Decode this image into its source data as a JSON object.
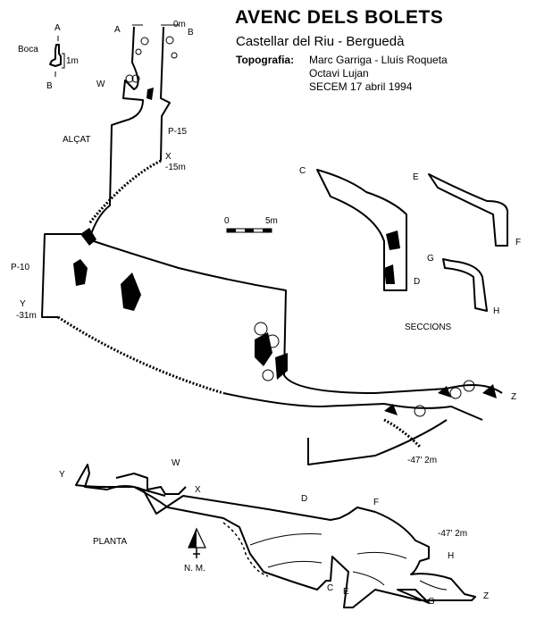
{
  "header": {
    "title": "AVENC DELS BOLETS",
    "location": "Castellar del Riu - Berguedà",
    "survey_label": "Topografia:",
    "surveyors_line1": "Marc Garriga - Lluís Roqueta",
    "surveyors_line2": "Octavi Lujan",
    "club_date": "SECEM  17 abril 1994"
  },
  "boca": {
    "label": "Boca",
    "a": "A",
    "b": "B",
    "scale": "1m"
  },
  "alcat": {
    "label": "ALÇAT",
    "a": "A",
    "b": "B",
    "depth_0": "0m",
    "w": "W",
    "p15": "P-15",
    "x": "X",
    "depth_15": "-15m",
    "p10": "P-10",
    "y": "Y",
    "depth_31": "-31m",
    "z": "Z",
    "depth_47": "-47' 2m"
  },
  "scale_bar": {
    "start": "0",
    "end": "5m"
  },
  "seccions": {
    "label": "SECCIONS",
    "c": "C",
    "d": "D",
    "e": "E",
    "f": "F",
    "g": "G",
    "h": "H"
  },
  "planta": {
    "label": "PLANTA",
    "y": "Y",
    "w": "W",
    "x": "X",
    "d": "D",
    "f": "F",
    "depth_47": "-47' 2m",
    "h": "H",
    "c": "C",
    "e": "E",
    "g": "G",
    "z": "Z",
    "north_label": "N. M."
  }
}
